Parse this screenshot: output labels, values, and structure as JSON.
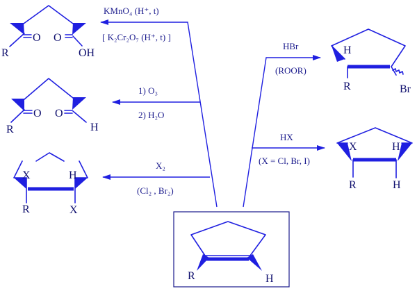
{
  "atoms": {
    "R": "R",
    "H": "H",
    "O": "O",
    "OH": "OH",
    "X": "X",
    "Br": "Br"
  },
  "reactions": {
    "oxidation_kmno4": {
      "reagent_top": "KMnO₄ (H⁺, t)",
      "reagent_bottom": "[ K₂Cr₂O₇ (H⁺, t) ]"
    },
    "ozonolysis": {
      "reagent_top": "1)  O₃",
      "reagent_bottom": "2)  H₂O"
    },
    "halogenation": {
      "reagent_top": "X₂",
      "reagent_bottom": "(Cl₂ , Br₂)"
    },
    "hbr_peroxide": {
      "reagent_top": "HBr",
      "reagent_bottom": "(ROOR)"
    },
    "hx_addition": {
      "reagent_top": "HX",
      "reagent_bottom": "(X = Cl, Br, I)"
    }
  },
  "colors": {
    "bond": "#1f1fe0",
    "text": "#0f0f6e",
    "box": "#1a1a8c"
  }
}
